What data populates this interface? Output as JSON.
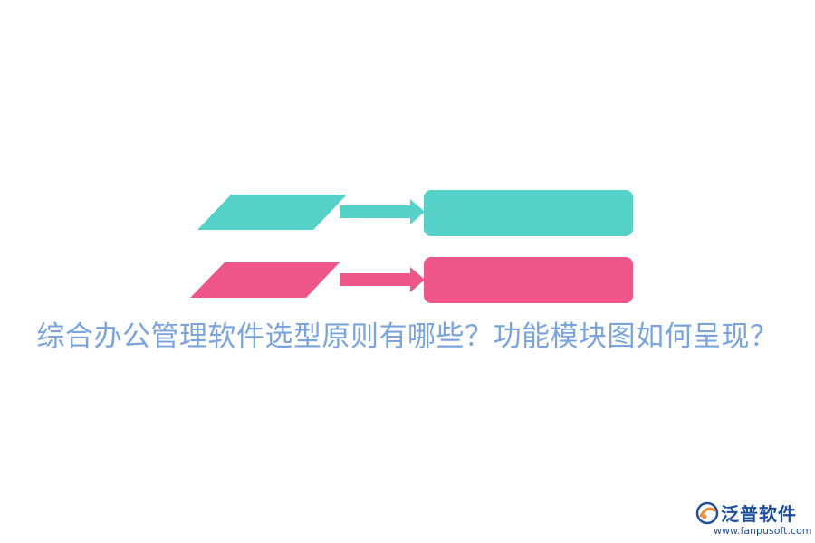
{
  "diagram": {
    "rows": [
      {
        "name": "row-teal",
        "color": "#56d1c8"
      },
      {
        "name": "row-pink",
        "color": "#ee5588"
      }
    ]
  },
  "caption": {
    "text": "综合办公管理软件选型原则有哪些？功能模块图如何呈现？",
    "color": "#7aa4db"
  },
  "logo": {
    "name": "泛普软件",
    "url": "www.fanpusoft.com",
    "brand_color": "#1f4f9c",
    "accent_color": "#f08a2a",
    "icon": "fanpu-logo-icon"
  }
}
